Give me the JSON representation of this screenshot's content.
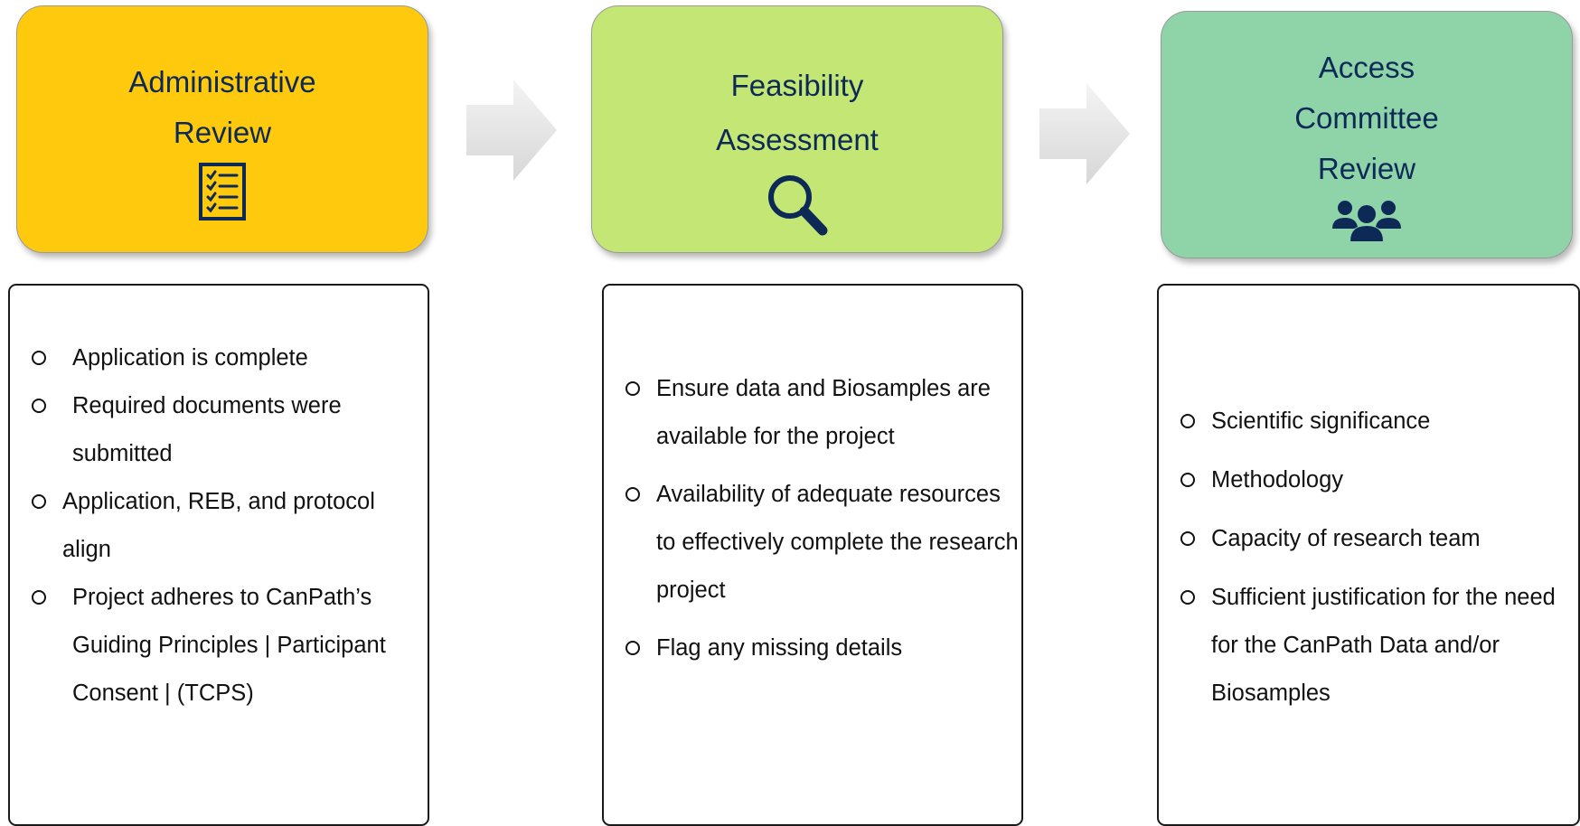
{
  "stages": [
    {
      "title_line1": "Administrative",
      "title_line2": "Review",
      "title_line3": "",
      "icon": "checklist-icon",
      "color": "#ffc90e"
    },
    {
      "title_line1": "Feasibility",
      "title_line2": "Assessment",
      "title_line3": "",
      "icon": "magnifier-icon",
      "color": "#c4e674"
    },
    {
      "title_line1": "Access",
      "title_line2": "Committee",
      "title_line3": "Review",
      "icon": "people-group-icon",
      "color": "#8fd4a9"
    }
  ],
  "panels": {
    "admin": [
      "Application is complete",
      "Required documents were submitted",
      "Application, REB, and protocol align",
      "Project adheres to CanPath’s Guiding Principles | Participant Consent | (TCPS)"
    ],
    "feasibility": [
      "Ensure data and Biosamples are available for the project",
      "Availability of adequate resources to effectively complete the research project",
      "Flag any missing details"
    ],
    "access": [
      "Scientific significance",
      "Methodology",
      "Capacity of research team",
      "Sufficient justification for the need for the CanPath Data and/or Biosamples"
    ]
  },
  "colors": {
    "title_text": "#0d2a57",
    "arrow": "#e6e6e6"
  }
}
